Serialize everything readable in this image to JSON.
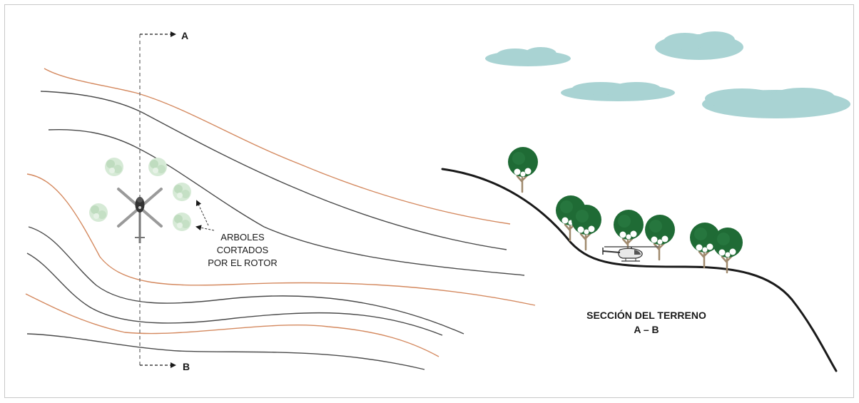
{
  "diagram": {
    "section_line": {
      "start_label": "A",
      "end_label": "B"
    },
    "annotation": {
      "lines": [
        "ARBOLES",
        "CORTADOS",
        "POR EL ROTOR"
      ]
    },
    "section_title": {
      "line1": "SECCIÓN DEL TERRENO",
      "line2": "A – B"
    },
    "colors": {
      "index_contour": "#d4895f",
      "intermediate_contour": "#4a4a4a",
      "terrain_profile": "#1a1a1a",
      "tree_crown": "#1f6b35",
      "tree_trunk": "#a08a6e",
      "cut_tree": "#cde5cd",
      "cloud": "#a9d3d3",
      "frame": "#c8c8c8"
    },
    "icons": [
      "helicopter-top-view-icon",
      "helicopter-side-view-icon",
      "tree-icon",
      "cloud-icon",
      "arrow-right-icon"
    ]
  }
}
